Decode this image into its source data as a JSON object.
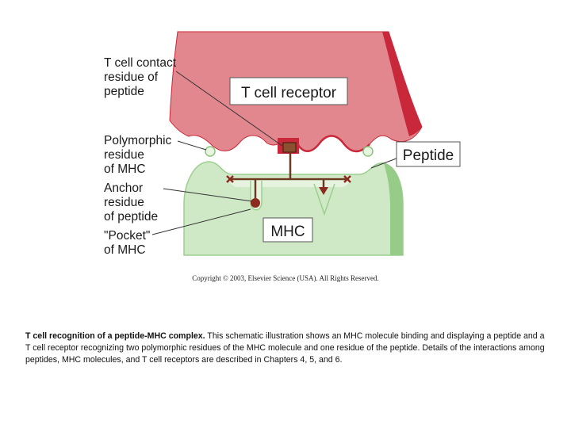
{
  "diagram": {
    "labels": {
      "tcell_contact": [
        "T cell contact",
        "residue of",
        "peptide"
      ],
      "polymorphic": [
        "Polymorphic",
        "residue",
        "of MHC"
      ],
      "anchor": [
        "Anchor",
        "residue",
        "of peptide"
      ],
      "pocket": [
        "\"Pocket\"",
        "of MHC"
      ],
      "tcr_box": "T cell receptor",
      "peptide_box": "Peptide",
      "mhc_box": "MHC"
    },
    "colors": {
      "tcr_fill": "#e3878e",
      "tcr_edge": "#c8283a",
      "mhc_fill": "#cfe9c6",
      "mhc_edge": "#8cc37f",
      "peptide_line": "#6b3a20",
      "anchor": "#8b2b1e",
      "contact": "#8a5030"
    }
  },
  "copyright": "Copyright © 2003, Elsevier Science (USA). All Rights Reserved.",
  "caption": {
    "title": "T cell recognition of a peptide-MHC complex.",
    "body": " This schematic illustration shows an MHC molecule binding and displaying a peptide and a T cell receptor recognizing two polymorphic residues of the MHC molecule and one residue of the peptide. Details of the interactions among peptides, MHC molecules, and T cell receptors are described in Chapters 4, 5, and 6."
  }
}
